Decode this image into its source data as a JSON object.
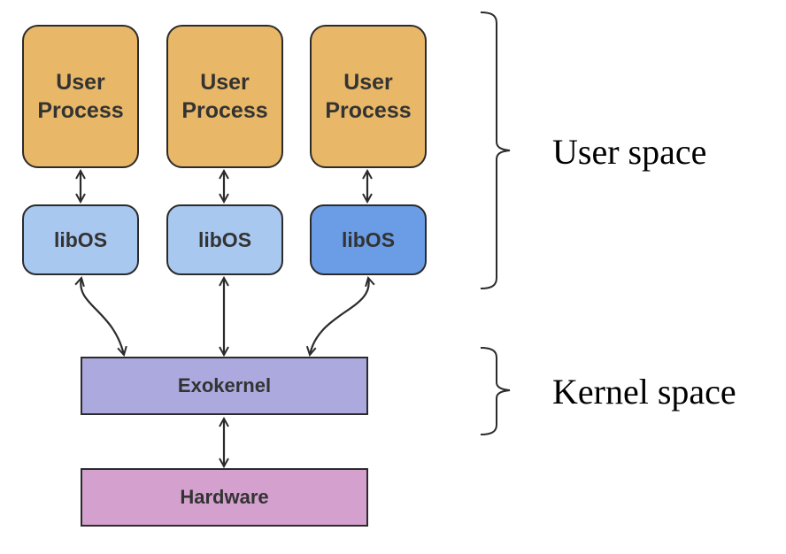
{
  "colors": {
    "user_process_fill": "#e8b767",
    "libos_fill": "#a9c8f0",
    "libos_highlight_fill": "#6a9de6",
    "exokernel_fill": "#aba9de",
    "hardware_fill": "#d4a0ce",
    "stroke": "#2b2b2b",
    "box_text": "#333333"
  },
  "user_processes": [
    {
      "label": "User\nProcess"
    },
    {
      "label": "User\nProcess"
    },
    {
      "label": "User\nProcess"
    }
  ],
  "libos_boxes": [
    {
      "label": "libOS",
      "highlighted": false
    },
    {
      "label": "libOS",
      "highlighted": false
    },
    {
      "label": "libOS",
      "highlighted": true
    }
  ],
  "exokernel": {
    "label": "Exokernel"
  },
  "hardware": {
    "label": "Hardware"
  },
  "regions": {
    "user_space": {
      "label": "User space"
    },
    "kernel_space": {
      "label": "Kernel space"
    }
  }
}
